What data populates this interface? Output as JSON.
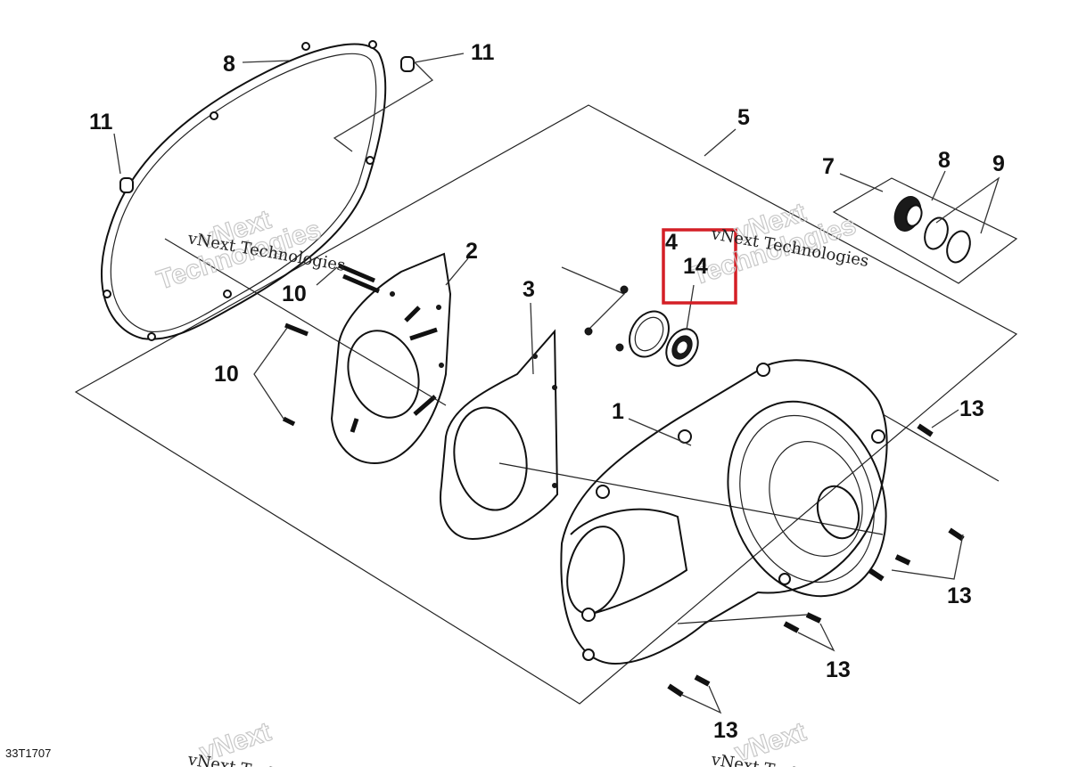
{
  "diagram": {
    "code": "33T1707",
    "highlight_color": "#d41f26",
    "watermark": {
      "company": "vNext Technologies",
      "ghost_line1": "vNext",
      "ghost_line2": "Technologies"
    },
    "callouts": {
      "c1": "1",
      "c2": "2",
      "c3": "3",
      "c4": "4",
      "c5": "5",
      "c7": "7",
      "c8_top": "8",
      "c8_left": "8",
      "c9": "9",
      "c10_a": "10",
      "c10_b": "10",
      "c11_left": "11",
      "c11_top": "11",
      "c13_a": "13",
      "c13_b": "13",
      "c13_c": "13",
      "c13_d": "13",
      "c14": "14"
    }
  }
}
